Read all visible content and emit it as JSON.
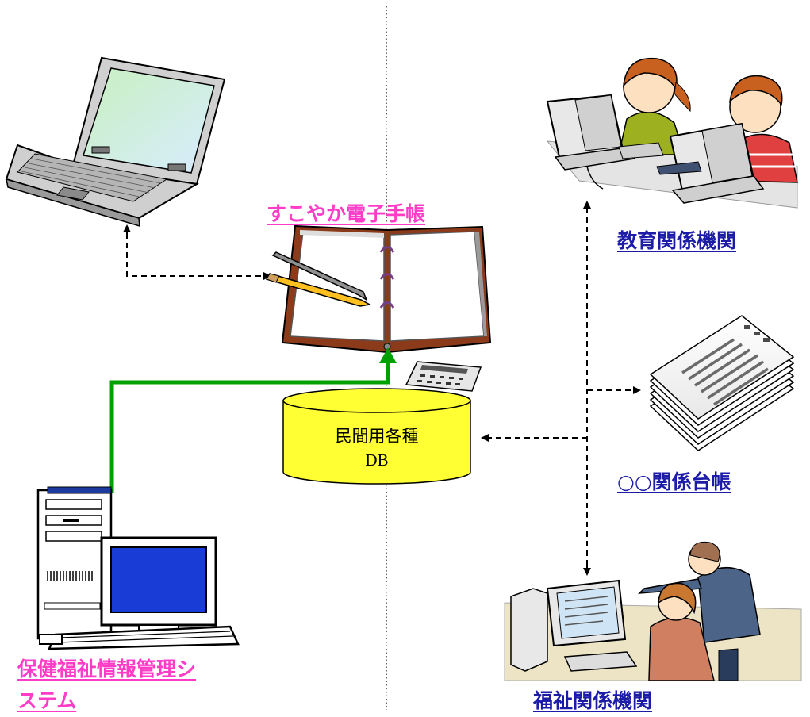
{
  "labels": {
    "notebook": "すこやか電子手帳",
    "system_line1": "保健福祉情報管理シ",
    "system_line2": "ステム",
    "education": "教育関係機関",
    "ledger": "○○関係台帳",
    "welfare": "福祉関係機関"
  },
  "database": {
    "line1": "民間用各種",
    "line2": "DB"
  },
  "colors": {
    "pink_label": "#ff3cc8",
    "blue_label": "#1c1ca8",
    "green_link": "#00a000",
    "db_fill": "#ffff33",
    "notebook_cover": "#8b3a1a"
  },
  "icons": [
    "laptop-icon",
    "notebook-icon",
    "pen-icon",
    "calculator-icon",
    "database-icon",
    "desktop-computer-icon",
    "students-at-computers-icon",
    "documents-stack-icon",
    "office-workers-icon"
  ]
}
